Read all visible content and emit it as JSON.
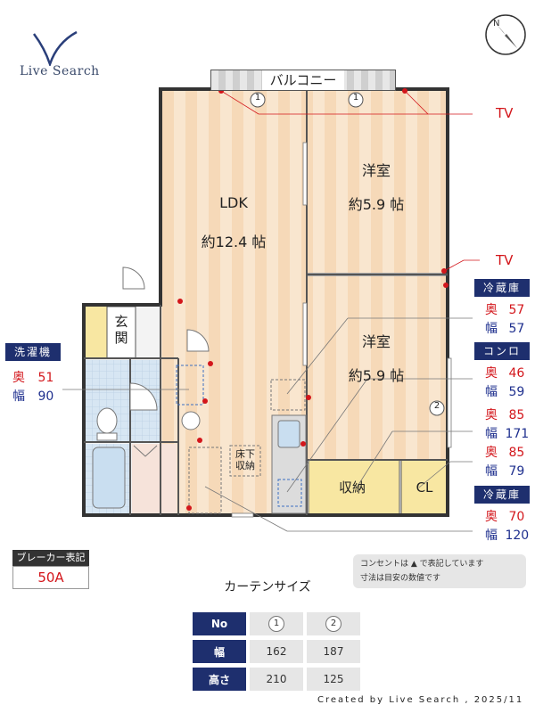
{
  "logo": {
    "text": "Live Search"
  },
  "balcony": {
    "label": "バルコニー"
  },
  "rooms": {
    "ldk": {
      "name": "LDK",
      "size": "約12.4 帖"
    },
    "western1": {
      "name": "洋室",
      "size": "約5.9 帖"
    },
    "western2": {
      "name": "洋室",
      "size": "約5.9 帖"
    },
    "entrance": {
      "name": "玄\n関"
    },
    "underfloor": {
      "name": "床下\n収納"
    },
    "storage": {
      "name": "収納"
    },
    "closet": {
      "name": "CL"
    }
  },
  "window_markers": [
    "1",
    "1",
    "2"
  ],
  "tv_labels": [
    "TV",
    "TV"
  ],
  "washer": {
    "title": "洗濯機",
    "depth_label": "奥",
    "depth": "51",
    "width_label": "幅",
    "width": "90"
  },
  "fridge1": {
    "title": "冷蔵庫",
    "depth_label": "奥",
    "depth": "57",
    "width_label": "幅",
    "width": "57"
  },
  "stove": {
    "title": "コンロ",
    "depth_label": "奥",
    "depth": "46",
    "width_label": "幅",
    "width": "59"
  },
  "storage_dims": {
    "depth_label": "奥",
    "depth": "85",
    "width_label": "幅",
    "width": "171"
  },
  "closet_dims": {
    "depth_label": "奥",
    "depth": "85",
    "width_label": "幅",
    "width": "79"
  },
  "fridge2": {
    "title": "冷蔵庫",
    "depth_label": "奥",
    "depth": "70",
    "width_label": "幅",
    "width": "120"
  },
  "breaker": {
    "title": "ブレーカー表記",
    "value": "50A"
  },
  "note": {
    "line1": "コンセントは ▲ で表記しています",
    "line2": "寸法は目安の数値です"
  },
  "curtain": {
    "title": "カーテンサイズ",
    "header": [
      "No",
      "1",
      "2"
    ],
    "rows": [
      {
        "label": "幅",
        "values": [
          "162",
          "187"
        ]
      },
      {
        "label": "高さ",
        "values": [
          "210",
          "125"
        ]
      }
    ]
  },
  "credit": "Created by Live Search , 2025/11",
  "colors": {
    "navy": "#1e2f6e",
    "red": "#d3161b",
    "floor": "#f6d9b8",
    "storage": "#f8e7a2",
    "water": "#c9def0"
  }
}
